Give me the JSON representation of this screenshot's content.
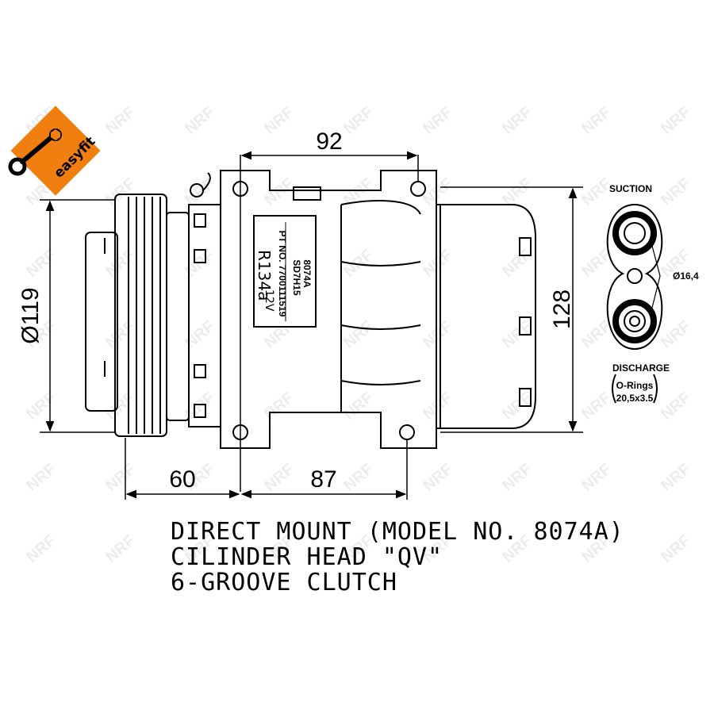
{
  "badge": {
    "text": "easyfit",
    "color": "#f07f10"
  },
  "watermark": "NRF",
  "dimensions": {
    "top_width": "92",
    "height_right": "128",
    "pulley_diameter": "Ø119",
    "left_offset": "60",
    "bottom_width": "87"
  },
  "label_plate": {
    "model": "SD7H15",
    "part_no": "8074A",
    "refrigerant": "R134a",
    "voltage": "12V",
    "small_line": "PT NO. 7700111519"
  },
  "ports": {
    "suction": "SUCTION",
    "discharge": "DISCHARGE",
    "diameter": "Ø16,4",
    "orings_title": "O-Rings",
    "orings_size": "20,5x3.5"
  },
  "notes": [
    "DIRECT MOUNT (MODEL NO. 8074A)",
    "CILINDER HEAD \"QV\"",
    "6-GROOVE CLUTCH"
  ]
}
